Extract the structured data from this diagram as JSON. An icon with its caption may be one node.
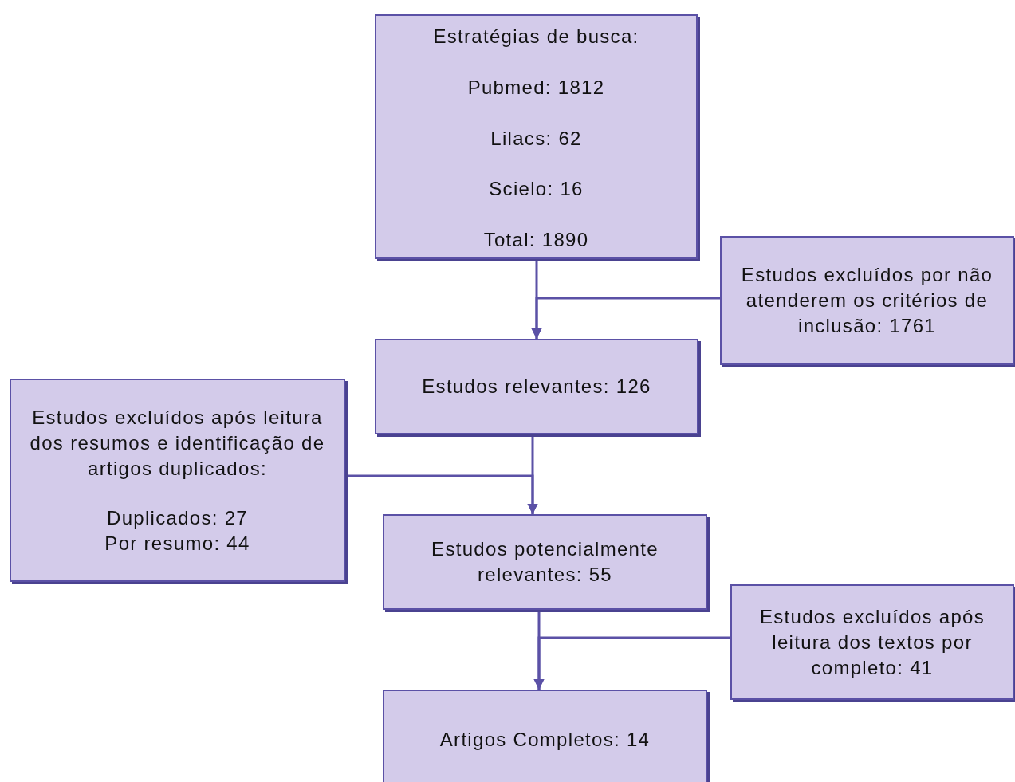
{
  "diagram": {
    "nodes": [
      {
        "text": [
          "Estratégias de busca:",
          "Pubmed: 1812",
          "Lilacs: 62",
          "Scielo: 16",
          "Total: 1890"
        ]
      },
      {
        "text": [
          "Estudos excluídos por não atenderem os critérios de inclusão: 1761"
        ]
      },
      {
        "text": [
          "Estudos relevantes: 126"
        ]
      },
      {
        "text": [
          "Estudos excluídos após leitura dos resumos e identificação de artigos duplicados:",
          "Duplicados: 27",
          "Por resumo: 44"
        ]
      },
      {
        "text": [
          "Estudos potencialmente relevantes: 55"
        ]
      },
      {
        "text": [
          "Estudos excluídos após leitura dos textos por completo: 41"
        ]
      },
      {
        "text": [
          "Artigos Completos: 14"
        ]
      }
    ],
    "edges": [
      {
        "from": 0,
        "to": 2,
        "arrow": "to"
      },
      {
        "from": 1,
        "to": 2,
        "arrow": "to"
      },
      {
        "from": 2,
        "to": 4,
        "arrow": "to"
      },
      {
        "from": 3,
        "to": 4,
        "arrow": "to"
      },
      {
        "from": 4,
        "to": 6,
        "arrow": "to"
      },
      {
        "from": 5,
        "to": 6,
        "arrow": "to"
      }
    ]
  }
}
